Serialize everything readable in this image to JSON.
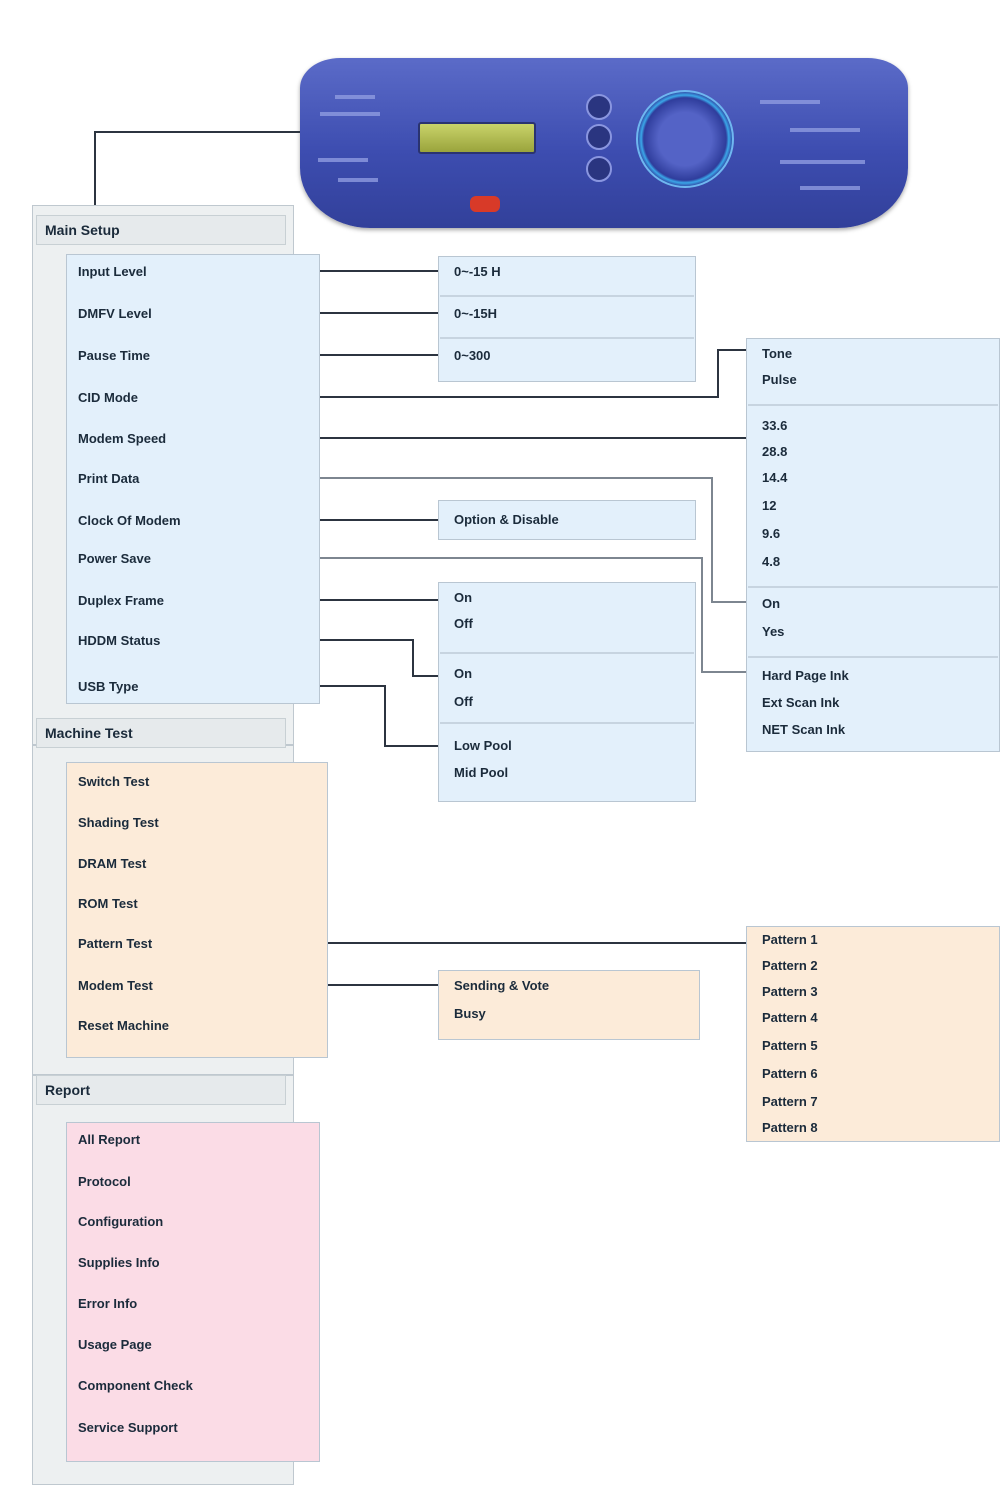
{
  "footer_note": "",
  "menus": {
    "main_setup": {
      "title": "Main Setup",
      "items": [
        "Input Level",
        "DMFV Level",
        "Pause Time",
        "CID Mode",
        "Modem Speed",
        "Print Data",
        "Clock Of Modem",
        "Power Save",
        "Duplex Frame",
        "HDDM Status",
        "USB Type"
      ]
    },
    "machine_test": {
      "title": "Machine Test",
      "items": [
        "Switch Test",
        "Shading Test",
        "DRAM Test",
        "ROM Test",
        "Pattern Test",
        "Modem Test",
        "Reset Machine"
      ]
    },
    "report": {
      "title": "Report",
      "items": [
        "All Report",
        "Protocol",
        "Configuration",
        "Supplies Info",
        "Error Info",
        "Usage Page",
        "Component Check",
        "Service Support"
      ]
    }
  },
  "sub_options": {
    "input_level": "0~-15 H",
    "dmfv_level": "0~-15H",
    "pause_time": "0~300",
    "clock_of_modem": "Option & Disable",
    "duplex_frame": [
      "On",
      "Off"
    ],
    "hddm_status": [
      "On",
      "Off"
    ],
    "usb_type": [
      "Low Pool",
      "Mid Pool"
    ],
    "modem_test": [
      "Sending & Vote",
      "Busy"
    ]
  },
  "right_options": {
    "cid_mode": [
      "Tone",
      "Pulse"
    ],
    "modem_speed": [
      "33.6",
      "28.8",
      "14.4",
      "12",
      "9.6",
      "4.8"
    ],
    "power_save": [
      "On",
      "Yes"
    ],
    "usb_speeds": [
      "Hard Page Ink",
      "Ext Scan Ink",
      "NET Scan Ink"
    ],
    "pattern_test": [
      "Pattern 1",
      "Pattern 2",
      "Pattern 3",
      "Pattern 4",
      "Pattern 5",
      "Pattern 6",
      "Pattern 7",
      "Pattern 8"
    ]
  },
  "colors": {
    "panel": "#3d4db0",
    "main_setup_bg": "#e3f0fb",
    "machine_test_bg": "#fcebd9",
    "report_bg": "#fbdce6",
    "connector": "#2c3440"
  }
}
